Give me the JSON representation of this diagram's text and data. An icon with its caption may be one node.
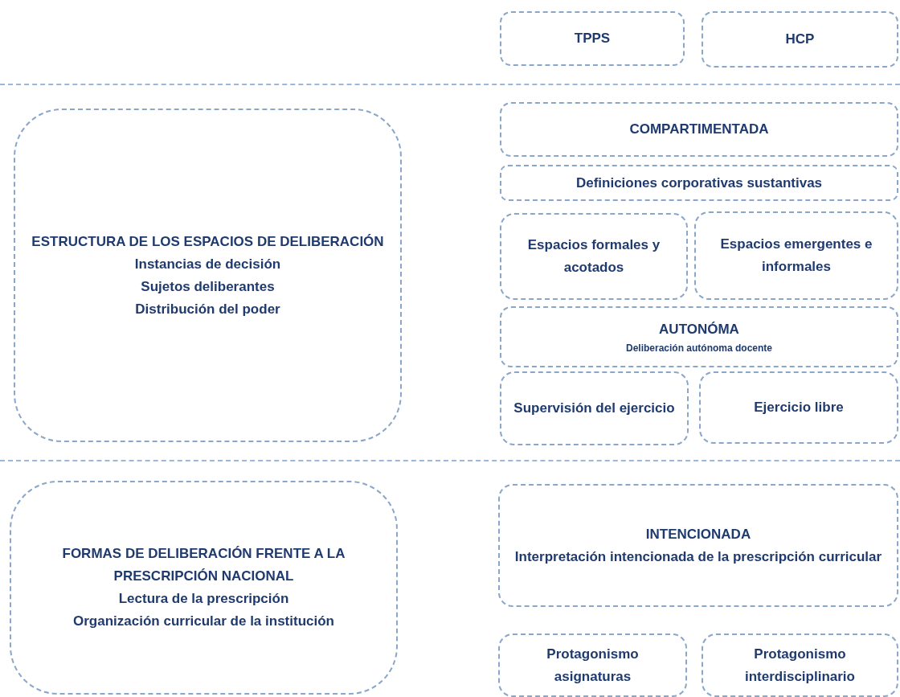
{
  "diagram": {
    "nodes": [
      {
        "text": [
          "TPPS"
        ]
      },
      {
        "text": [
          "HCP"
        ]
      },
      {
        "text": [
          "ESTRUCTURA DE LOS ESPACIOS DE DELIBERACIÓN",
          "Instancias de decisión",
          "Sujetos deliberantes",
          "Distribución del poder"
        ]
      },
      {
        "text": [
          "COMPARTIMENTADA"
        ]
      },
      {
        "text": [
          "Definiciones corporativas sustantivas"
        ]
      },
      {
        "text": [
          "Espacios formales y acotados"
        ]
      },
      {
        "text": [
          "Espacios emergentes e informales"
        ]
      },
      {
        "text": [
          "AUTONÓMA",
          "Deliberación autónoma docente"
        ]
      },
      {
        "text": [
          "Supervisión del ejercicio"
        ]
      },
      {
        "text": [
          "Ejercicio libre"
        ]
      },
      {
        "text": [
          "FORMAS DE DELIBERACIÓN FRENTE A LA PRESCRIPCIÓN NACIONAL",
          "Lectura de la prescripción",
          "Organización curricular de la institución"
        ]
      },
      {
        "text": [
          "INTENCIONADA",
          "Interpretación intencionada de la prescripción curricular"
        ]
      },
      {
        "text": [
          "Protagonismo asignaturas"
        ]
      },
      {
        "text": [
          "Protagonismo interdisciplinario"
        ]
      }
    ]
  }
}
